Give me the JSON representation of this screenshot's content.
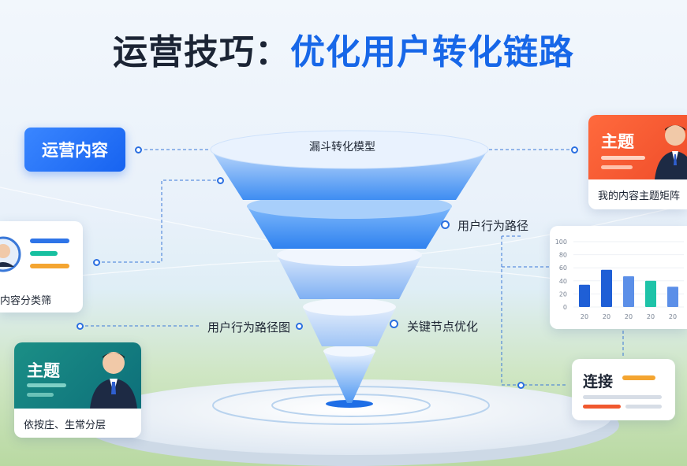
{
  "title": {
    "part1": "运营技巧：",
    "part2": "优化用户转化链路"
  },
  "ops_button": {
    "label": "运营内容"
  },
  "funnel": {
    "top_label": "漏斗转化模型",
    "label_right": "用户行为路径",
    "label_left": "用户行为路径图",
    "label_key": "关键节点优化"
  },
  "card_topic_right": {
    "badge": "主题",
    "caption": "我的内容主题矩阵"
  },
  "card_category": {
    "caption": "内容分类筛"
  },
  "card_topic_left": {
    "badge": "主题",
    "caption": "依按庄、生常分层"
  },
  "card_connect": {
    "title": "连接"
  },
  "chart_data": {
    "type": "bar",
    "categories": [
      "20",
      "20",
      "20",
      "20",
      "20"
    ],
    "values": [
      34,
      57,
      47,
      40,
      31
    ],
    "ylim": [
      0,
      100
    ],
    "yticks": [
      "100",
      "80",
      "60",
      "40",
      "20",
      "0"
    ],
    "colors": [
      "#1f5fd6",
      "#1f5fd6",
      "#5b8fe8",
      "#1ec3a8",
      "#5b8fe8"
    ]
  },
  "colors": {
    "accent": "#1767e8",
    "orange": "#f0582f",
    "teal": "#0f8f8a"
  }
}
